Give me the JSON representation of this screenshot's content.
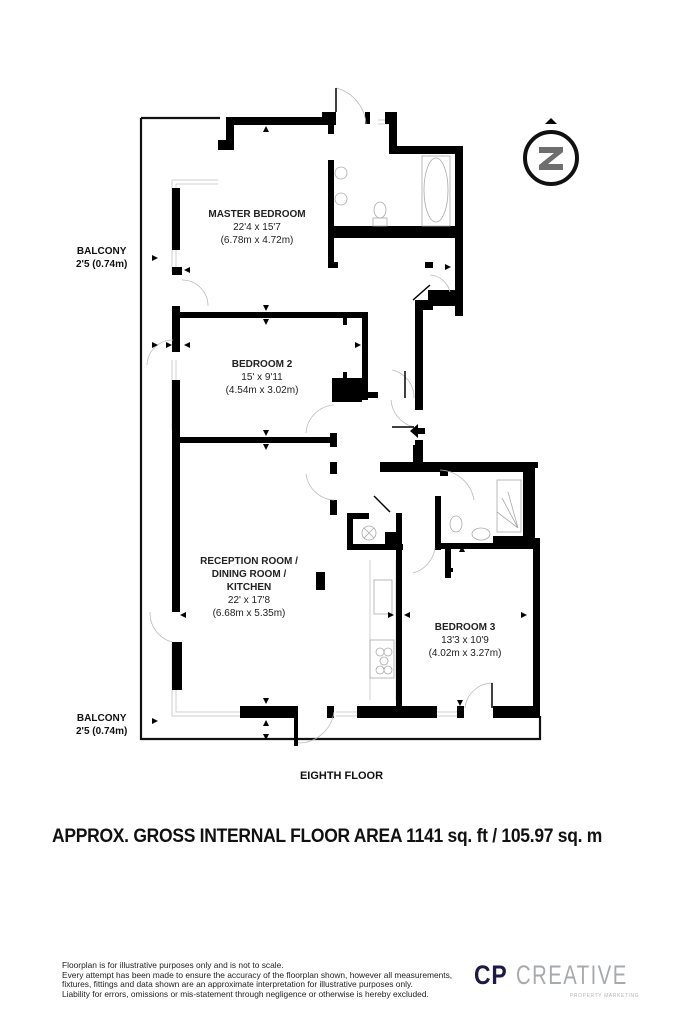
{
  "plan": {
    "floor_name": "EIGHTH FLOOR",
    "compass": {
      "icon": "north-compass-icon",
      "letter": "N"
    },
    "rooms": [
      {
        "id": "master-bedroom",
        "name": "MASTER BEDROOM",
        "imperial": "22'4 x 15'7",
        "metric": "(6.78m x 4.72m)"
      },
      {
        "id": "bedroom-2",
        "name": "BEDROOM 2",
        "imperial": "15' x 9'11",
        "metric": "(4.54m x 3.02m)"
      },
      {
        "id": "reception",
        "name_lines": [
          "RECEPTION ROOM /",
          "DINING ROOM /",
          "KITCHEN"
        ],
        "imperial": "22' x 17'8",
        "metric": "(6.68m x 5.35m)"
      },
      {
        "id": "bedroom-3",
        "name": "BEDROOM 3",
        "imperial": "13'3 x 10'9",
        "metric": "(4.02m x 3.27m)"
      }
    ],
    "balconies": [
      {
        "name": "BALCONY",
        "dim": "2'5 (0.74m)"
      },
      {
        "name": "BALCONY",
        "dim": "2'5 (0.74m)"
      }
    ]
  },
  "area_summary": "APPROX. GROSS INTERNAL FLOOR AREA 1141 sq. ft / 105.97 sq. m",
  "disclaimer": [
    "Floorplan is for illustrative purposes only and is not to scale.",
    "Every attempt has been made to ensure the accuracy of the floorplan shown, however all measurements,",
    "fixtures, fittings and data shown are an approximate interpretation for illustrative purposes only.",
    "Liability for errors, omissions or mis-statement through negligence or otherwise is hereby excluded."
  ],
  "logo": {
    "primary": "CP",
    "secondary": "CREATIVE",
    "tagline": "PROPERTY MARKETING",
    "primary_color": "#1c1a44",
    "secondary_color": "#a7aaad"
  }
}
